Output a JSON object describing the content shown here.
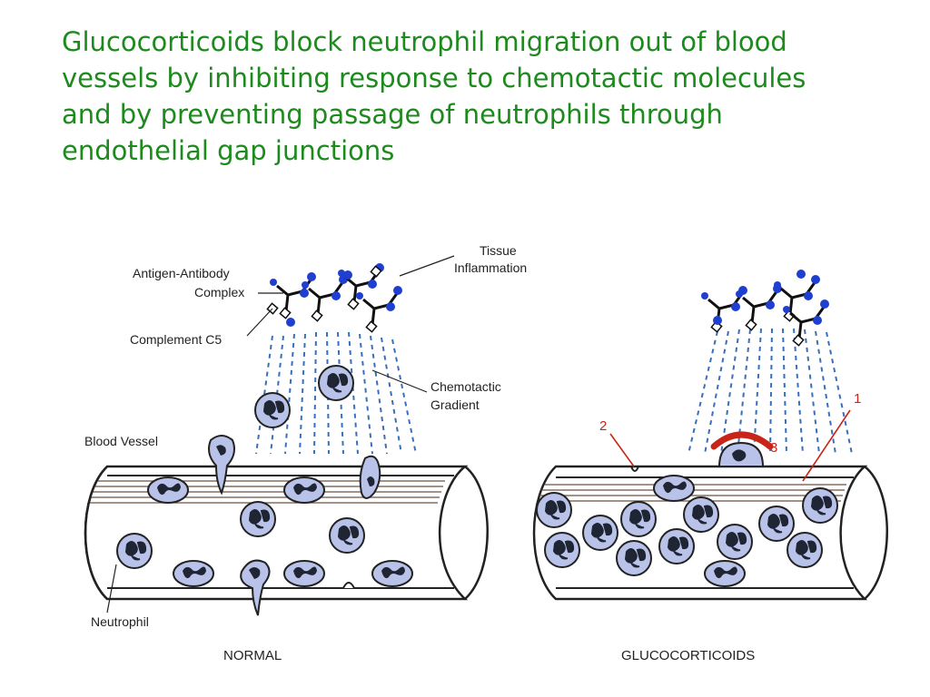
{
  "title_lines": [
    "Glucocorticoids block neutrophil migration out of blood",
    "vessels by inhibiting response to chemotactic molecules",
    "and by preventing passage of neutrophils through",
    "endothelial gap junctions"
  ],
  "labels": {
    "antigen_antibody_1": "Antigen-Antibody",
    "antigen_antibody_2": "Complex",
    "complement": "Complement C5",
    "tissue_1": "Tissue",
    "tissue_2": "Inflammation",
    "chemo_1": "Chemotactic",
    "chemo_2": "Gradient",
    "blood_vessel": "Blood Vessel",
    "neutrophil": "Neutrophil",
    "normal": "NORMAL",
    "glucocorticoids": "GLUCOCORTICOIDS",
    "mark_1": "1",
    "mark_2": "2",
    "mark_3": "3"
  },
  "colors": {
    "title": "#1d8a1d",
    "cell_fill": "#b9c3ea",
    "nucleus": "#1f2533",
    "gradient_dash": "#3a6fb8",
    "antigen_dot": "#1f3fd0",
    "block_arc": "#c82418",
    "vessel_stripe": "#6b5040"
  }
}
